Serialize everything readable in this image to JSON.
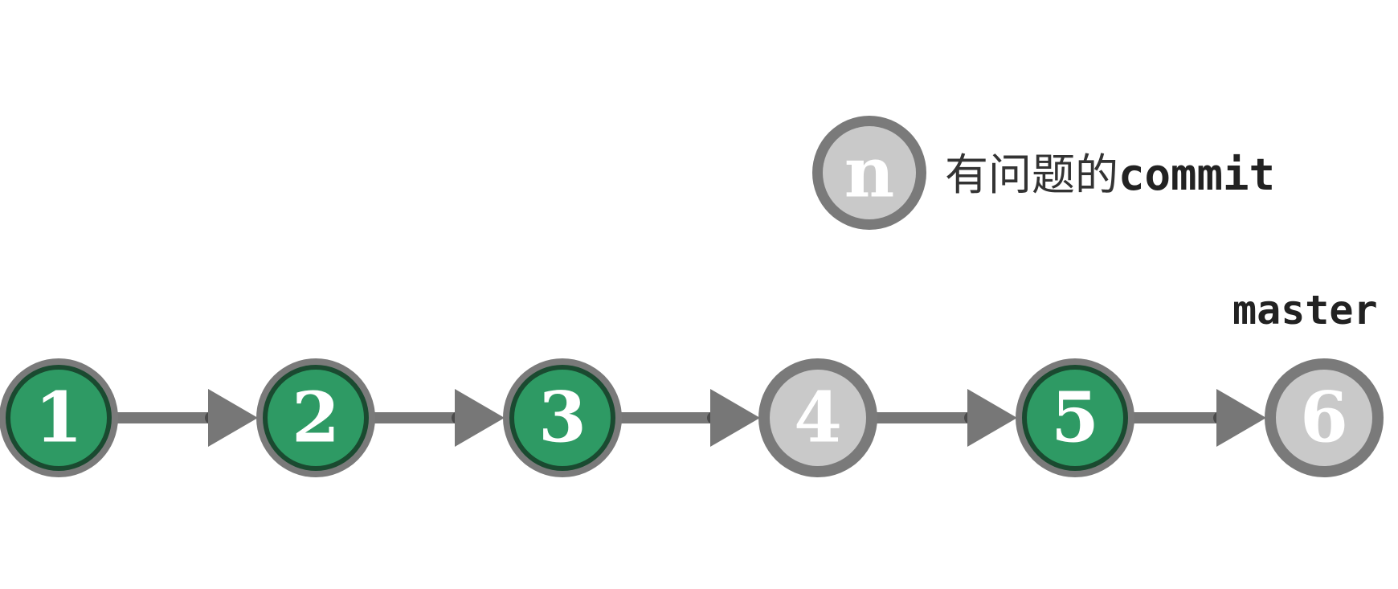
{
  "legend": {
    "symbol": "n",
    "text_cn": "有问题的",
    "text_en": "commit"
  },
  "branch": {
    "label": "master"
  },
  "commits": [
    {
      "label": "1",
      "status": "good"
    },
    {
      "label": "2",
      "status": "good"
    },
    {
      "label": "3",
      "status": "good"
    },
    {
      "label": "4",
      "status": "problem"
    },
    {
      "label": "5",
      "status": "good"
    },
    {
      "label": "6",
      "status": "problem"
    }
  ],
  "colors": {
    "good_fill": "#2e9a64",
    "good_inner_ring": "#1a4a30",
    "problem_fill": "#c9c9c9",
    "outer_ring": "#7a7a7a",
    "arrow": "#777777",
    "arrow_dot": "#4a4a4a"
  }
}
